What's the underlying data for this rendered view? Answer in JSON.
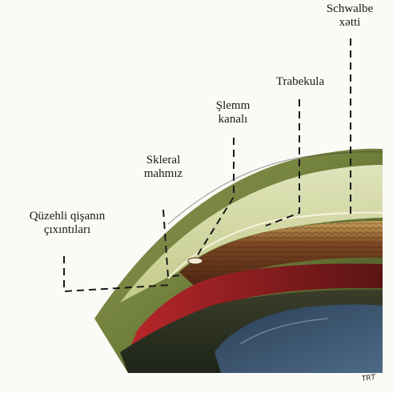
{
  "labels": {
    "schwalbe": [
      "Schwalbe",
      "xətti"
    ],
    "trabekula": [
      "Trabekula"
    ],
    "slemm": [
      "Şlemm",
      "kanalı"
    ],
    "skleral": [
      "Skleral",
      "mahmız"
    ],
    "quzehli": [
      "Qüzehli qişanın",
      "çıxıntıları"
    ]
  },
  "signature_text": "TRT",
  "colors": {
    "background": "#fbfaf6",
    "sclera": "#7f8f4a",
    "cornea": "#dfe4b8",
    "trabecular": "#6b3a1f",
    "iris": "#9c1f1f",
    "lens": "#344e6b",
    "leader": "#1a1a1a"
  }
}
